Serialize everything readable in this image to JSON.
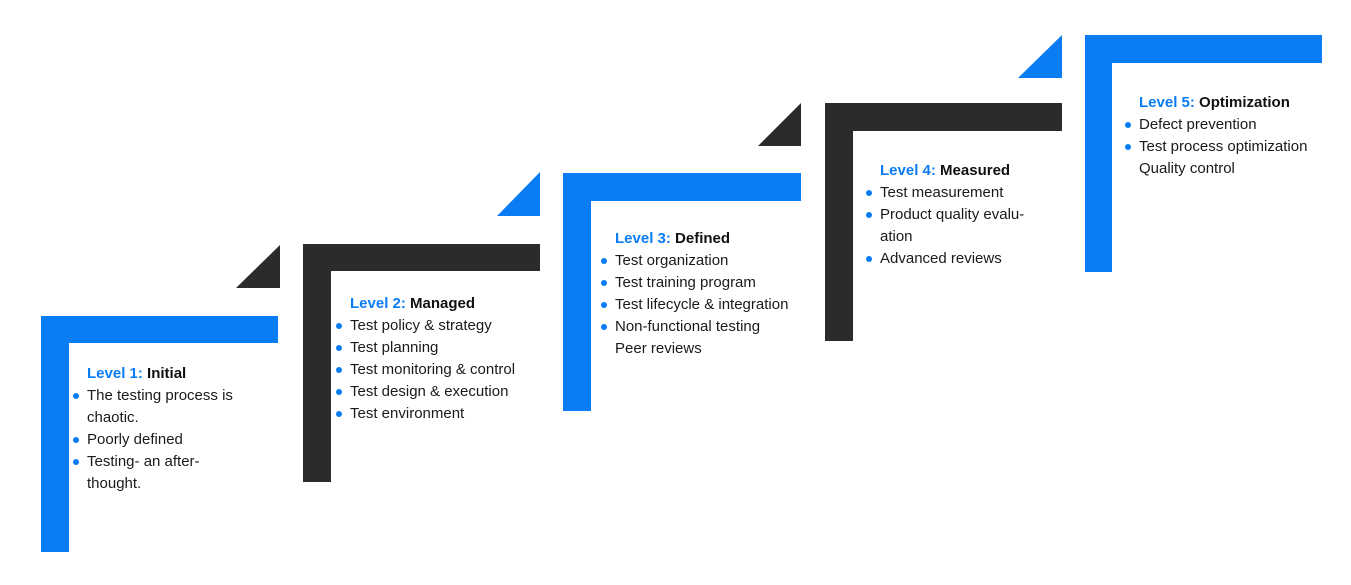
{
  "colors": {
    "blue": "#0a7cf4",
    "dark": "#2b2b2b",
    "bullet": "#0a7cf4"
  },
  "levels": [
    {
      "prefix": "Level 1:",
      "name": "Initial",
      "color": "#0a7cf4",
      "items": [
        {
          "text": "The testing process is",
          "bullet": true
        },
        {
          "text": "chaotic.",
          "bullet": false
        },
        {
          "text": "Poorly defined",
          "bullet": true
        },
        {
          "text": "Testing- an after-",
          "bullet": true
        },
        {
          "text": "thought.",
          "bullet": false
        }
      ]
    },
    {
      "prefix": "Level 2:",
      "name": "Managed",
      "color": "#2b2b2b",
      "items": [
        {
          "text": "Test policy & strategy",
          "bullet": true
        },
        {
          "text": "Test planning",
          "bullet": true
        },
        {
          "text": "Test monitoring & control",
          "bullet": true
        },
        {
          "text": "Test design & execution",
          "bullet": true
        },
        {
          "text": "Test environment",
          "bullet": true
        }
      ]
    },
    {
      "prefix": "Level 3:",
      "name": "Defined",
      "color": "#0a7cf4",
      "items": [
        {
          "text": "Test organization",
          "bullet": true
        },
        {
          "text": "Test training program",
          "bullet": true
        },
        {
          "text": "Test lifecycle & integration",
          "bullet": true
        },
        {
          "text": "Non-functional testing",
          "bullet": true
        },
        {
          "text": "Peer reviews",
          "bullet": false
        }
      ]
    },
    {
      "prefix": "Level 4:",
      "name": "Measured",
      "color": "#2b2b2b",
      "items": [
        {
          "text": "Test measurement",
          "bullet": true
        },
        {
          "text": "Product quality evalu-",
          "bullet": true
        },
        {
          "text": "ation",
          "bullet": false
        },
        {
          "text": "Advanced reviews",
          "bullet": true
        }
      ]
    },
    {
      "prefix": "Level 5:",
      "name": "Optimization",
      "color": "#0a7cf4",
      "items": [
        {
          "text": "Defect prevention",
          "bullet": true
        },
        {
          "text": "Test process optimization",
          "bullet": true
        },
        {
          "text": "Quality control",
          "bullet": false
        }
      ]
    }
  ]
}
